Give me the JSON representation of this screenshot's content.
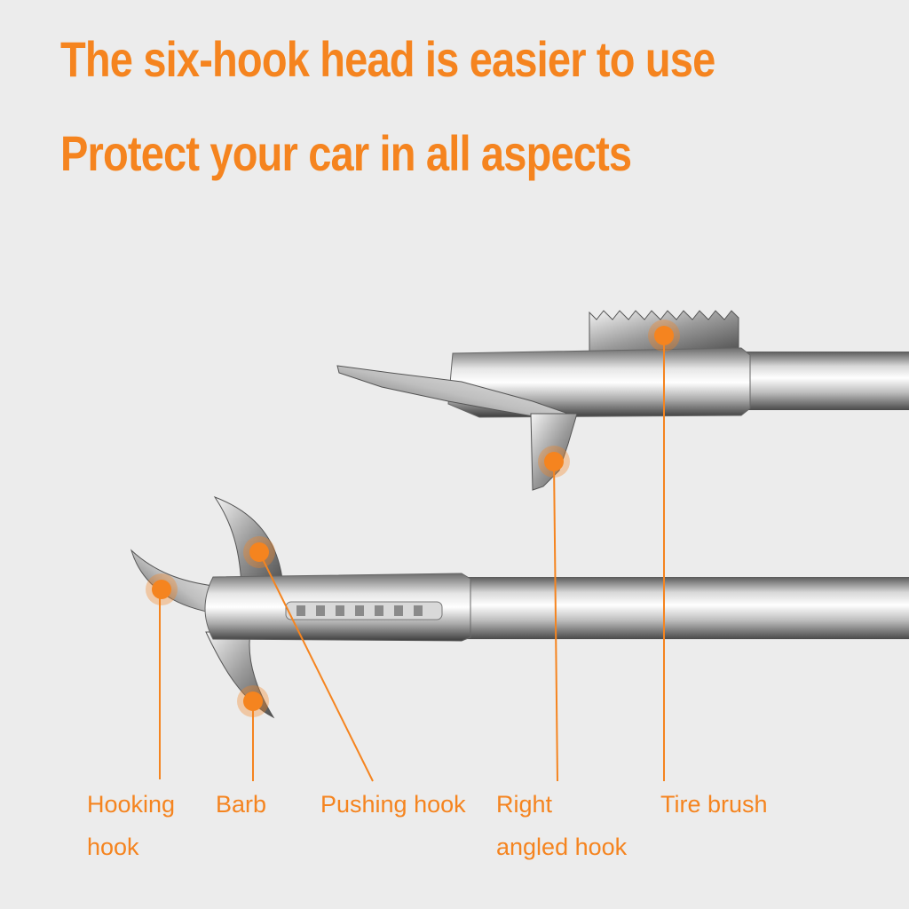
{
  "headline": {
    "line1": "The six-hook head is easier to use",
    "line2": "Protect your car in all aspects"
  },
  "labels": {
    "hooking_hook_1": "Hooking",
    "hooking_hook_2": "hook",
    "barb": "Barb",
    "pushing_hook": "Pushing hook",
    "right_angled_hook_1": "Right",
    "right_angled_hook_2": "angled hook",
    "tire_brush": "Tire brush"
  },
  "colors": {
    "accent": "#f5841f",
    "background": "#ececec"
  }
}
